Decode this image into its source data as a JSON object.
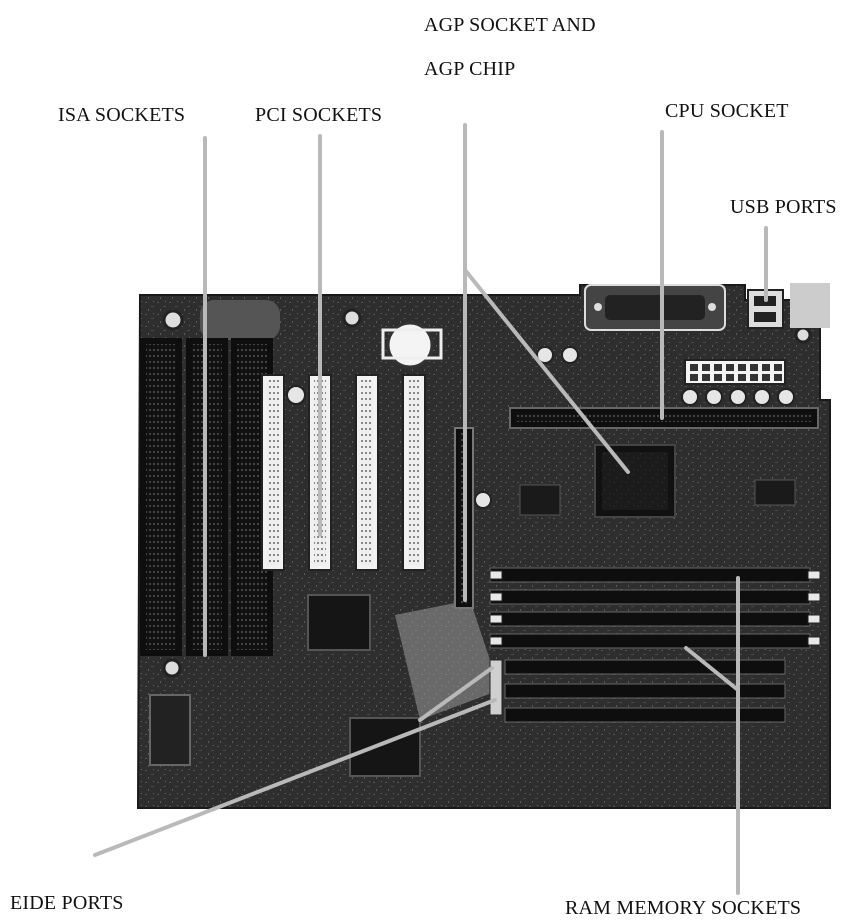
{
  "labels": {
    "agp_line1": "AGP SOCKET AND",
    "agp_line2": "AGP CHIP",
    "isa": "ISA SOCKETS",
    "pci": "PCI SOCKETS",
    "cpu": "CPU SOCKET",
    "usb": "USB PORTS",
    "eide": "EIDE PORTS",
    "ram": "RAM MEMORY SOCKETS"
  },
  "colors": {
    "board": "#2b2b2b",
    "leader_line": "#b9b9b9",
    "slot_black": "#0e0e0e",
    "slot_white": "#f2f2f2"
  }
}
